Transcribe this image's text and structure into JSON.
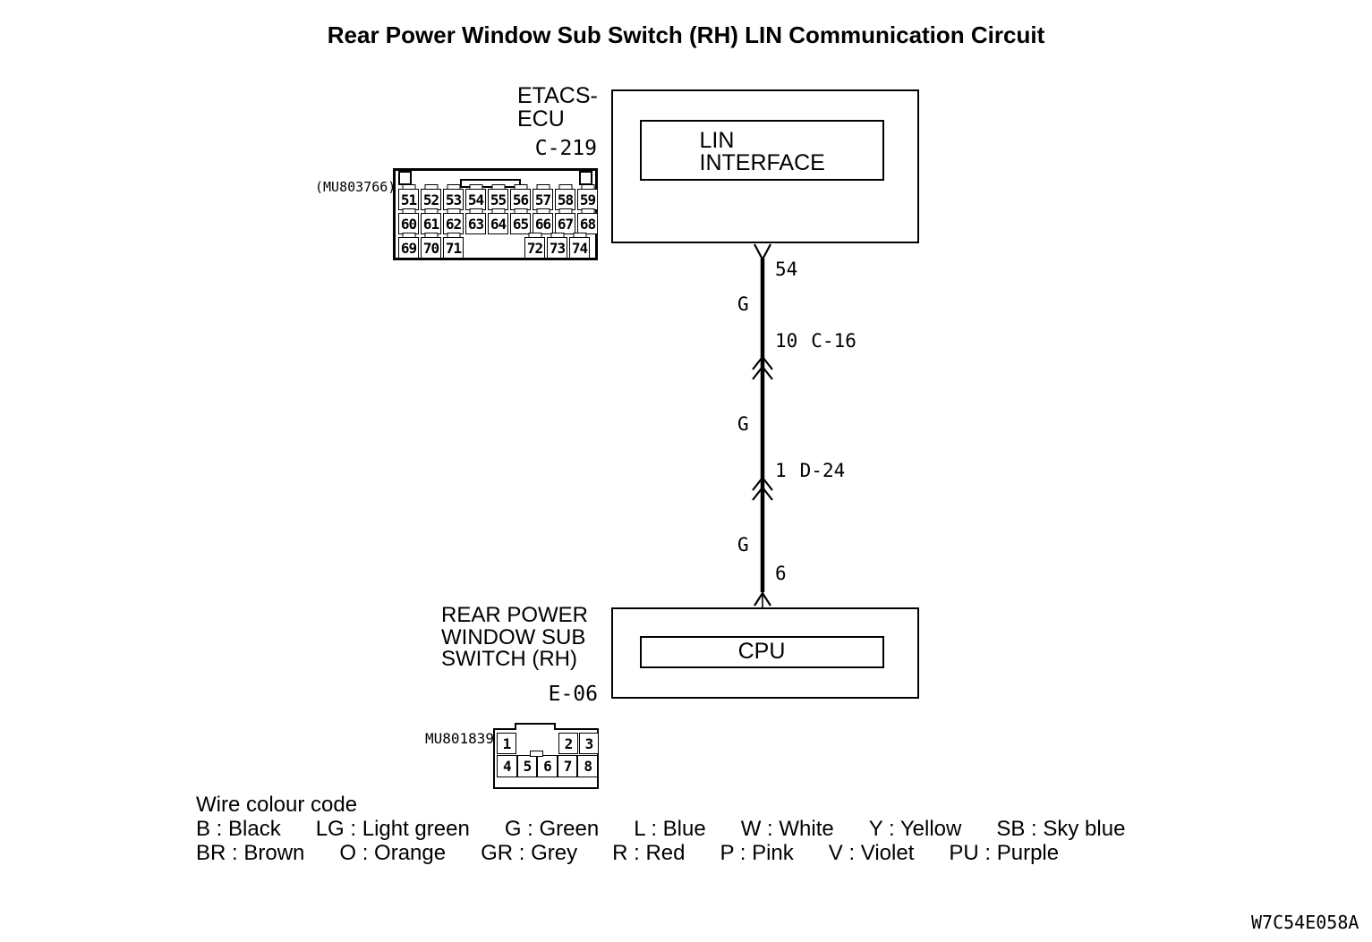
{
  "title": "Rear Power Window Sub Switch (RH) LIN Communication Circuit",
  "figure_code": "W7C54E058A",
  "ecu": {
    "name_lines": [
      "ETACS-",
      "ECU"
    ],
    "connector_code": "C-219",
    "block_label_lines": [
      "LIN",
      "INTERFACE"
    ],
    "connector_part_number": "(MU803766)",
    "pins": {
      "row1": [
        "51",
        "52",
        "53",
        "54",
        "55",
        "56",
        "57",
        "58",
        "59"
      ],
      "row2": [
        "60",
        "61",
        "62",
        "63",
        "64",
        "65",
        "66",
        "67",
        "68"
      ],
      "row3_left": [
        "69",
        "70",
        "71"
      ],
      "row3_right": [
        "72",
        "73",
        "74"
      ]
    }
  },
  "wire": {
    "top_pin": "54",
    "color_top": "G",
    "junction1": {
      "pin": "10",
      "connector": "C-16"
    },
    "color_mid": "G",
    "junction2": {
      "pin": "1",
      "connector": "D-24"
    },
    "color_bottom": "G",
    "bottom_pin": "6"
  },
  "switch": {
    "name_lines": [
      "REAR POWER",
      "WINDOW SUB",
      "SWITCH (RH)"
    ],
    "connector_code": "E-06",
    "block_label": "CPU",
    "connector_part_number": "MU801839",
    "pins": {
      "row1_left": [
        "1"
      ],
      "row1_right": [
        "2",
        "3"
      ],
      "row2": [
        "4",
        "5",
        "6",
        "7",
        "8"
      ]
    }
  },
  "legend": {
    "title": "Wire colour code",
    "separator": " : ",
    "row1": [
      {
        "code": "B",
        "name": "Black"
      },
      {
        "code": "LG",
        "name": "Light green"
      },
      {
        "code": "G",
        "name": "Green"
      },
      {
        "code": "L",
        "name": "Blue"
      },
      {
        "code": "W",
        "name": "White"
      },
      {
        "code": "Y",
        "name": "Yellow"
      },
      {
        "code": "SB",
        "name": "Sky blue"
      }
    ],
    "row2": [
      {
        "code": "BR",
        "name": "Brown"
      },
      {
        "code": "O",
        "name": "Orange"
      },
      {
        "code": "GR",
        "name": "Grey"
      },
      {
        "code": "R",
        "name": "Red"
      },
      {
        "code": "P",
        "name": "Pink"
      },
      {
        "code": "V",
        "name": "Violet"
      },
      {
        "code": "PU",
        "name": "Purple"
      }
    ]
  }
}
